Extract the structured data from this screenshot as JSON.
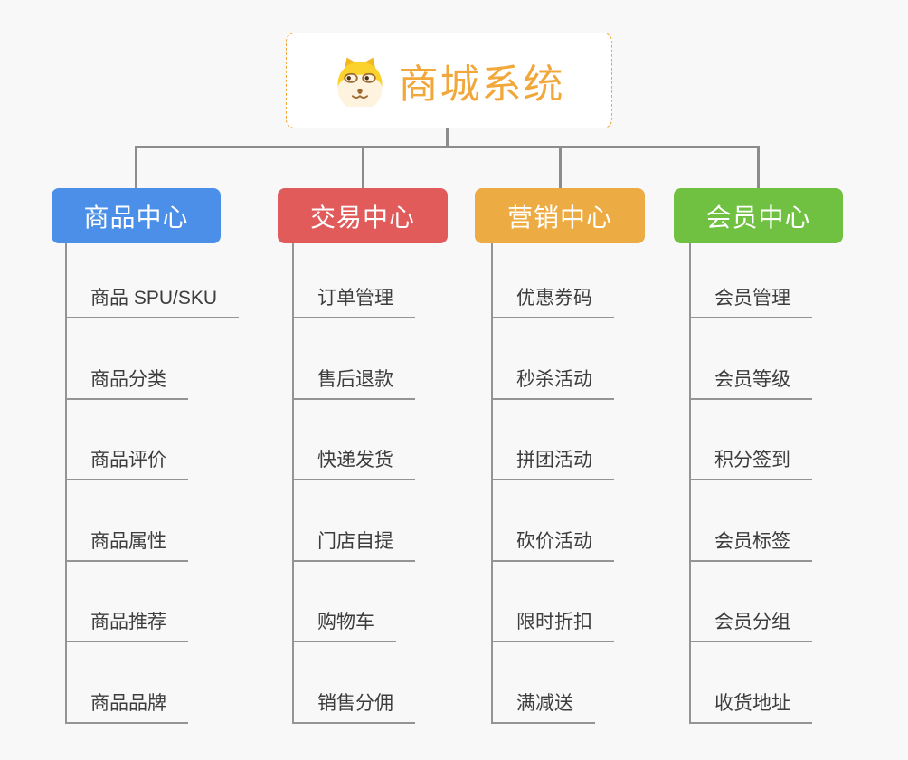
{
  "root": {
    "title": "商城系统",
    "icon": "doge-icon",
    "text_color": "#f2a73b",
    "border_color": "#f0a73a",
    "background": "#ffffff"
  },
  "branches": [
    {
      "id": "product-center",
      "label": "商品中心",
      "color": "#4b8fe8",
      "children": [
        "商品 SPU/SKU",
        "商品分类",
        "商品评价",
        "商品属性",
        "商品推荐",
        "商品品牌"
      ]
    },
    {
      "id": "trade-center",
      "label": "交易中心",
      "color": "#e25b5b",
      "children": [
        "订单管理",
        "售后退款",
        "快递发货",
        "门店自提",
        "购物车",
        "销售分佣"
      ]
    },
    {
      "id": "marketing-center",
      "label": "营销中心",
      "color": "#ecac43",
      "children": [
        "优惠券码",
        "秒杀活动",
        "拼团活动",
        "砍价活动",
        "限时折扣",
        "满减送"
      ]
    },
    {
      "id": "member-center",
      "label": "会员中心",
      "color": "#70c142",
      "children": [
        "会员管理",
        "会员等级",
        "积分签到",
        "会员标签",
        "会员分组",
        "收货地址"
      ]
    }
  ],
  "style": {
    "canvas_bg": "#f8f8f8",
    "connector_color": "#8c8c8c",
    "child_line_color": "#949494",
    "child_text_color": "#3d3d3d",
    "branch_text_color": "#ffffff"
  }
}
